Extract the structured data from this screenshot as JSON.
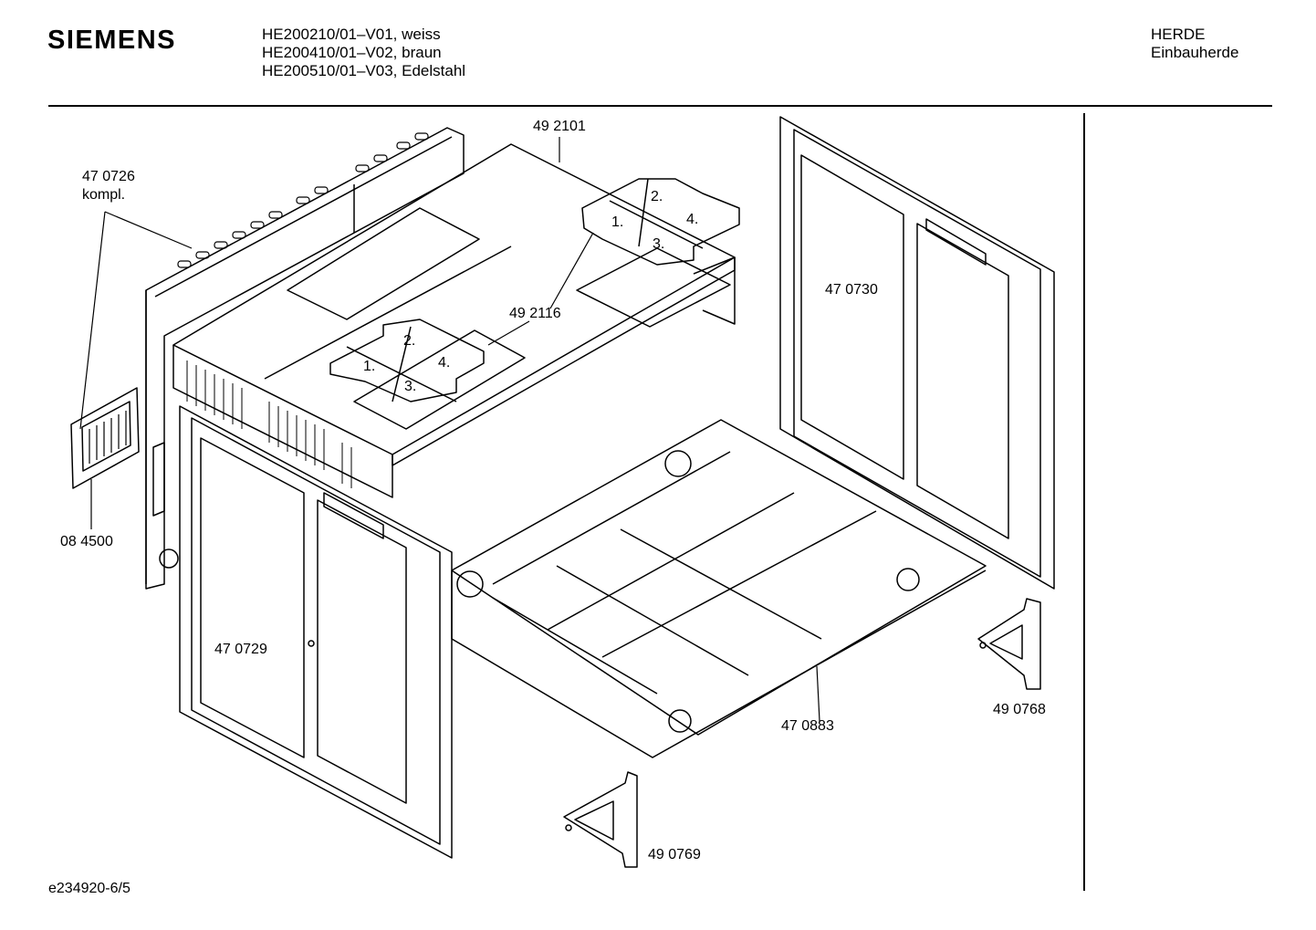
{
  "header": {
    "brand": "SIEMENS",
    "models": [
      "HE200210/01–V01, weiss",
      "HE200410/01–V02, braun",
      "HE200510/01–V03, Edelstahl"
    ],
    "category": [
      "HERDE",
      "Einbauherde"
    ]
  },
  "parts": {
    "p470726": "47 0726",
    "p470726_note": "kompl.",
    "p492101": "49 2101",
    "p492116": "49 2116",
    "p470730": "47 0730",
    "p084500": "08 4500",
    "p470729": "47 0729",
    "p470883": "47 0883",
    "p490768": "49 0768",
    "p490769": "49 0769"
  },
  "step_labels": [
    "1.",
    "2.",
    "3.",
    "4."
  ],
  "footer": {
    "drawing_id": "e234920-6/5"
  }
}
